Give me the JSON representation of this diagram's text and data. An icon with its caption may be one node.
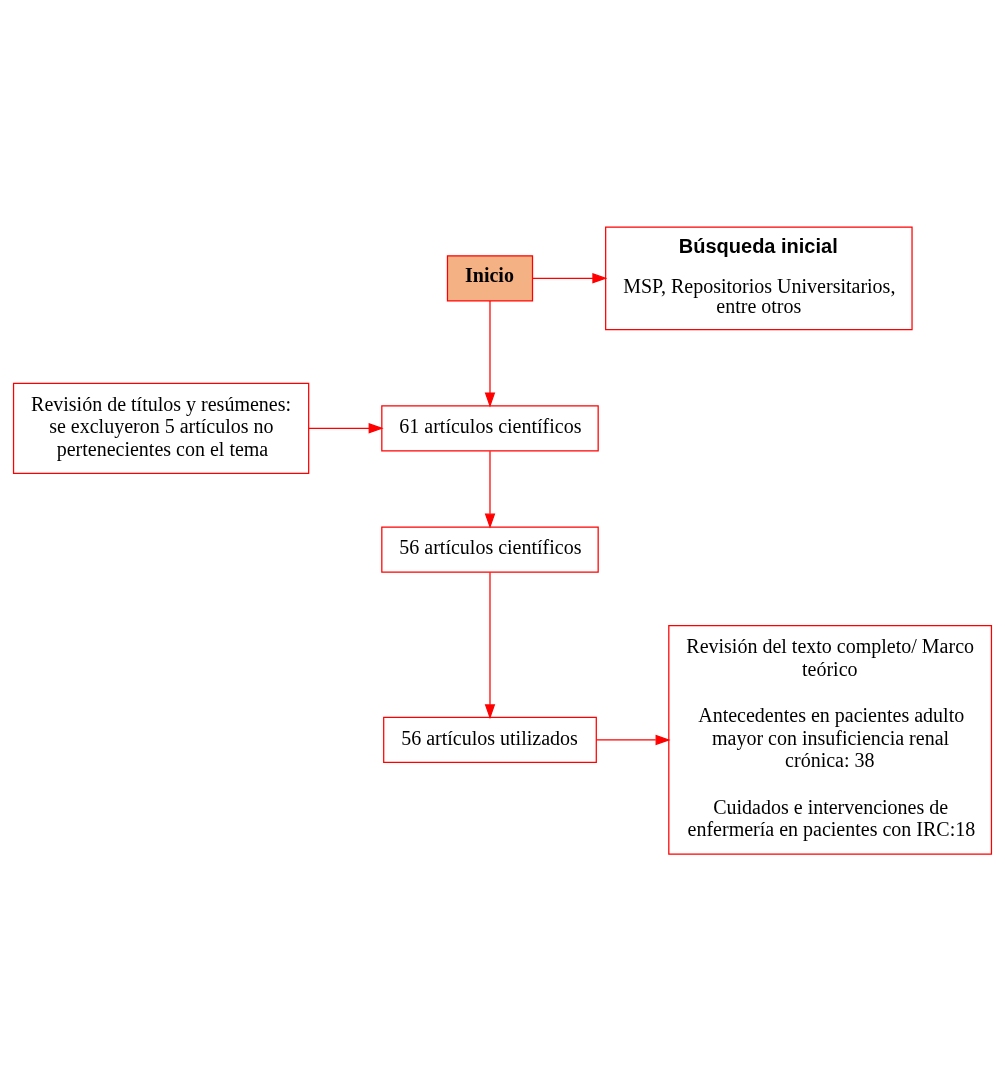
{
  "diagram": {
    "nodes": [
      {
        "text": [
          "Búsqueda inicial",
          "MSP, Repositorios Universitarios, entre otros"
        ]
      },
      {
        "text": [
          "Inicio"
        ]
      },
      {
        "text": [
          "Revisión de títulos y resúmenes: se excluyeron 5 artículos no pertenecientes con el tema"
        ]
      },
      {
        "text": [
          "61 artículos científicos"
        ]
      },
      {
        "text": [
          "56 artículos científicos"
        ]
      },
      {
        "text": [
          "56 artículos utilizados"
        ]
      },
      {
        "text": [
          "Revisión del texto completo/ Marco teórico",
          "Antecedentes en pacientes adulto mayor con insuficiencia renal crónica: 38",
          "Cuidados e intervenciones de enfermería en pacientes con IRC:18"
        ]
      }
    ],
    "edges": [
      {
        "from": 1,
        "to": 0,
        "arrow": "to"
      },
      {
        "from": 1,
        "to": 3,
        "arrow": "to"
      },
      {
        "from": 2,
        "to": 3,
        "arrow": "to"
      },
      {
        "from": 3,
        "to": 4,
        "arrow": "to"
      },
      {
        "from": 4,
        "to": 5,
        "arrow": "to"
      },
      {
        "from": 5,
        "to": 6,
        "arrow": "to"
      }
    ]
  }
}
